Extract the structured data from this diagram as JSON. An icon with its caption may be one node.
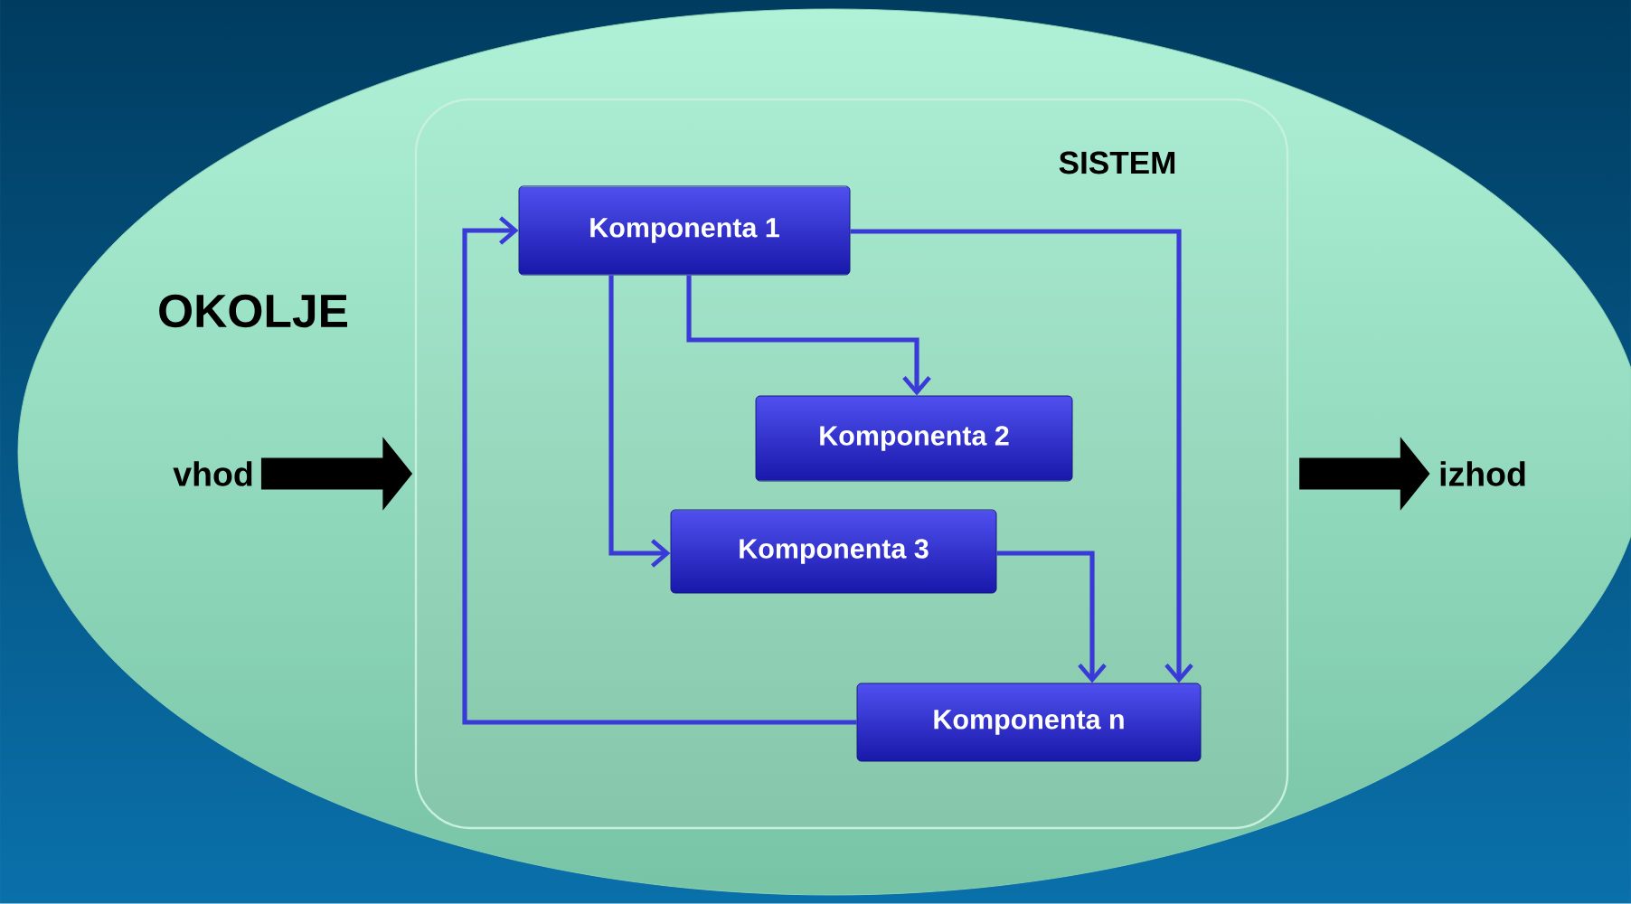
{
  "diagram": {
    "nodes": [
      {
        "text": [
          "OKOLJE"
        ]
      },
      {
        "text": [
          "SISTEM"
        ],
        "in": 0
      },
      {
        "text": [
          "Komponenta 1"
        ],
        "in": 1
      },
      {
        "text": [
          "Komponenta 2"
        ],
        "in": 1
      },
      {
        "text": [
          "Komponenta 3"
        ],
        "in": 1
      },
      {
        "text": [
          "Komponenta  n"
        ],
        "in": 1
      },
      {
        "text": [
          "vhod"
        ],
        "in": 0
      },
      {
        "text": [
          "izhod"
        ],
        "in": 0
      }
    ],
    "edges": [
      {
        "from": 2,
        "to": 3,
        "arrow": "to"
      },
      {
        "from": 2,
        "to": 4,
        "arrow": "to"
      },
      {
        "from": 2,
        "to": 5,
        "arrow": "to"
      },
      {
        "from": 4,
        "to": 5,
        "arrow": "to"
      },
      {
        "from": 5,
        "to": 2,
        "arrow": "to"
      },
      {
        "from": 6,
        "to": 1,
        "arrow": "to",
        "style": "thick",
        "color": "#000000"
      },
      {
        "from": 1,
        "to": 7,
        "arrow": "to",
        "style": "thick",
        "color": "#000000"
      }
    ]
  }
}
